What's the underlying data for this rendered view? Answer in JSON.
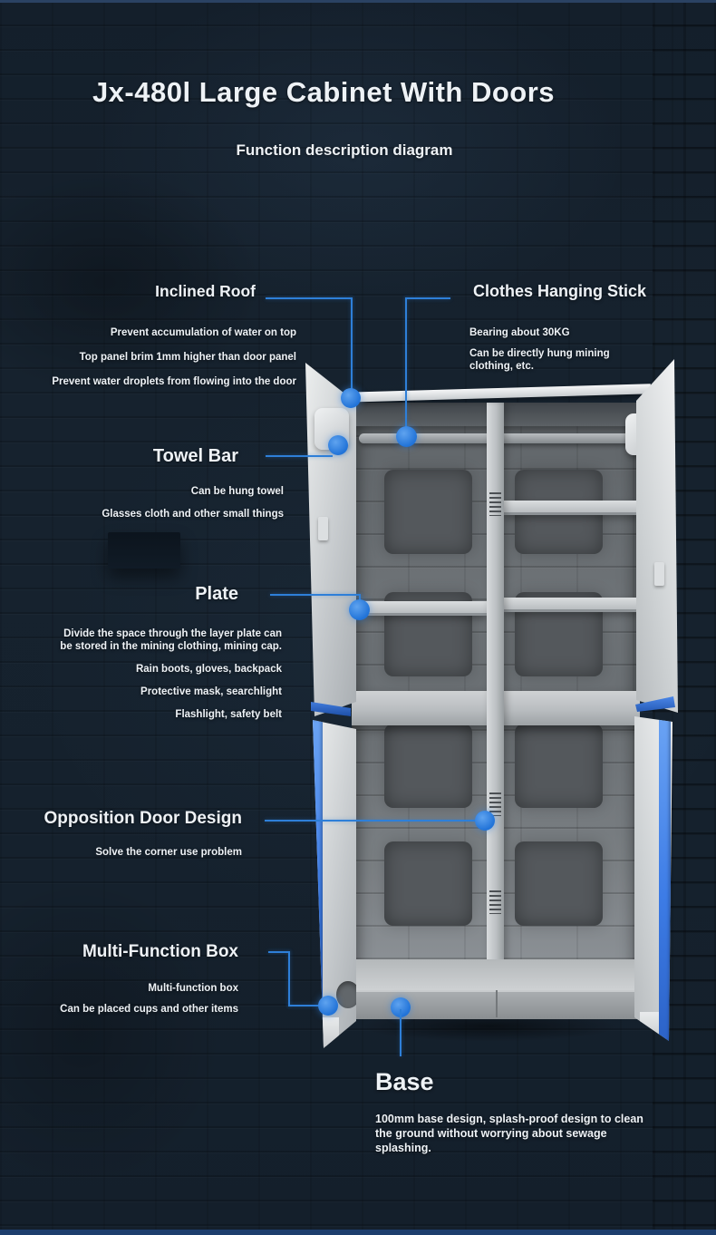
{
  "page": {
    "title": "Jx-480l Large Cabinet With Doors",
    "subtitle": "Function description diagram"
  },
  "callouts": [
    {
      "id": "inclined-roof",
      "heading": "Inclined Roof",
      "lines": [
        "Prevent accumulation of water on top",
        "Top panel brim 1mm higher than door panel",
        "Prevent water droplets from flowing into the door"
      ]
    },
    {
      "id": "clothes-hanging-stick",
      "heading": "Clothes Hanging Stick",
      "lines": [
        "Bearing about 30KG",
        "Can be directly hung mining clothing, etc."
      ]
    },
    {
      "id": "towel-bar",
      "heading": "Towel Bar",
      "lines": [
        "Can be hung towel",
        "Glasses cloth and other small things"
      ]
    },
    {
      "id": "plate",
      "heading": "Plate",
      "lines": [
        "Divide the space through the layer plate can be stored in the mining clothing, mining cap.",
        "Rain boots, gloves, backpack",
        "Protective mask, searchlight",
        "Flashlight, safety belt"
      ]
    },
    {
      "id": "opposition-door-design",
      "heading": "Opposition Door Design",
      "lines": [
        "Solve the corner use problem"
      ]
    },
    {
      "id": "multi-function-box",
      "heading": "Multi-Function Box",
      "lines": [
        "Multi-function box",
        "Can be placed cups and other items"
      ]
    },
    {
      "id": "base",
      "heading": "Base",
      "lines": [
        "100mm base design, splash-proof design to clean the ground without worrying about sewage splashing."
      ]
    }
  ],
  "colors": {
    "background": "#16222e",
    "accent_callout": "#2e7fd8",
    "callout_dot": "#2e82e2",
    "door_blue_strip": "#4285f0",
    "bottom_bar": "#1d3e6d",
    "text": "#eef2f6"
  }
}
